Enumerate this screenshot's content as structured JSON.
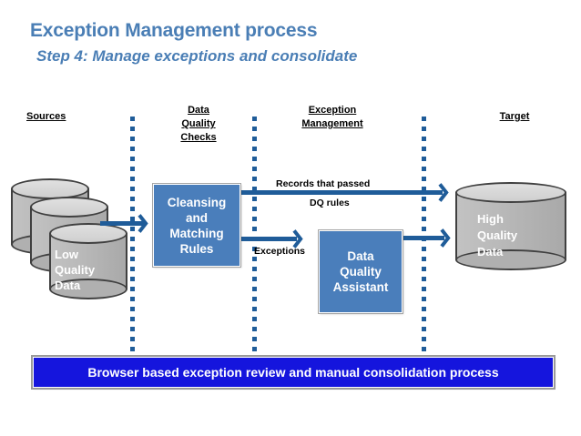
{
  "slide": {
    "title": "Exception Management process",
    "subtitle": "Step 4:  Manage exceptions and consolidate",
    "title_color": "#4a7eb5"
  },
  "columns": [
    {
      "name": "sources",
      "lines": [
        "Sources "
      ]
    },
    {
      "name": "data-quality-checks",
      "lines": [
        "Data",
        "Quality",
        "Checks "
      ]
    },
    {
      "name": "exception-management",
      "lines": [
        "Exception",
        "Management"
      ]
    },
    {
      "name": "target",
      "lines": [
        "Target"
      ]
    }
  ],
  "nodes": {
    "source_db": {
      "label_lines": [
        "Low",
        "Quality",
        "Data"
      ],
      "kind": "database-stack",
      "count": 3,
      "fill": "#b9b9b9",
      "text_color": "#ffffff"
    },
    "cleansing_box": {
      "label_lines": [
        "Cleansing",
        "and",
        "Matching",
        "Rules"
      ],
      "fill": "#4a7ebb",
      "text_color": "#ffffff"
    },
    "dq_assistant_box": {
      "label_lines": [
        "Data",
        "Quality",
        "Assistant"
      ],
      "fill": "#4a7ebb",
      "text_color": "#ffffff"
    },
    "target_db": {
      "label_lines": [
        "High",
        "Quality",
        "Data"
      ],
      "kind": "database",
      "fill": "#b9b9b9",
      "text_color": "#ffffff"
    }
  },
  "flows": [
    {
      "name": "source-to-cleansing",
      "label": ""
    },
    {
      "name": "passed-records",
      "label_lines": [
        "Records that passed",
        "DQ rules"
      ]
    },
    {
      "name": "exceptions",
      "label_lines": [
        "Exceptions"
      ]
    },
    {
      "name": "assistant-to-target",
      "label": ""
    }
  ],
  "banner": {
    "text": "Browser based exception review and manual consolidation process",
    "fill": "#1515dd",
    "text_color": "#ffffff"
  },
  "accent": {
    "arrow_blue": "#1f5c99",
    "divider_blue": "#1f5c99",
    "box_blue": "#4a7ebb"
  }
}
